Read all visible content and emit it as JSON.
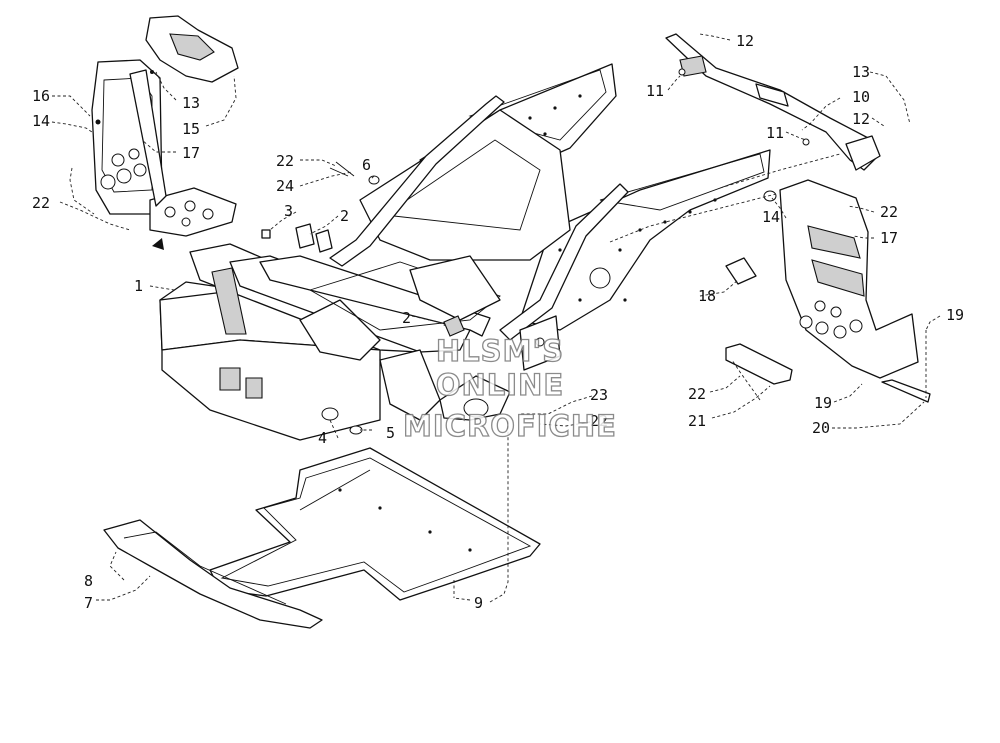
{
  "diagram": {
    "watermark_lines": [
      "HLSM'S",
      "ONLINE",
      "MICROFICHE"
    ],
    "callouts": [
      {
        "key": "c1",
        "label": "1"
      },
      {
        "key": "c2a",
        "label": "2"
      },
      {
        "key": "c2b",
        "label": "2"
      },
      {
        "key": "c3",
        "label": "3"
      },
      {
        "key": "c4",
        "label": "4"
      },
      {
        "key": "c5",
        "label": "5"
      },
      {
        "key": "c6",
        "label": "6"
      },
      {
        "key": "c7",
        "label": "7"
      },
      {
        "key": "c8",
        "label": "8"
      },
      {
        "key": "c9",
        "label": "9"
      },
      {
        "key": "c10",
        "label": "10"
      },
      {
        "key": "c11a",
        "label": "11"
      },
      {
        "key": "c11b",
        "label": "11"
      },
      {
        "key": "c12a",
        "label": "12"
      },
      {
        "key": "c12b",
        "label": "12"
      },
      {
        "key": "c13a",
        "label": "13"
      },
      {
        "key": "c13b",
        "label": "13"
      },
      {
        "key": "c14a",
        "label": "14"
      },
      {
        "key": "c14b",
        "label": "14"
      },
      {
        "key": "c15",
        "label": "15"
      },
      {
        "key": "c16",
        "label": "16"
      },
      {
        "key": "c17a",
        "label": "17"
      },
      {
        "key": "c17b",
        "label": "17"
      },
      {
        "key": "c18",
        "label": "18"
      },
      {
        "key": "c19a",
        "label": "19"
      },
      {
        "key": "c19b",
        "label": "19"
      },
      {
        "key": "c20",
        "label": "20"
      },
      {
        "key": "c21",
        "label": "21"
      },
      {
        "key": "c22a",
        "label": "22"
      },
      {
        "key": "c22b",
        "label": "22"
      },
      {
        "key": "c22c",
        "label": "22"
      },
      {
        "key": "c22d",
        "label": "22"
      },
      {
        "key": "c22e",
        "label": "22"
      },
      {
        "key": "c23",
        "label": "23"
      },
      {
        "key": "c24",
        "label": "24"
      }
    ]
  }
}
